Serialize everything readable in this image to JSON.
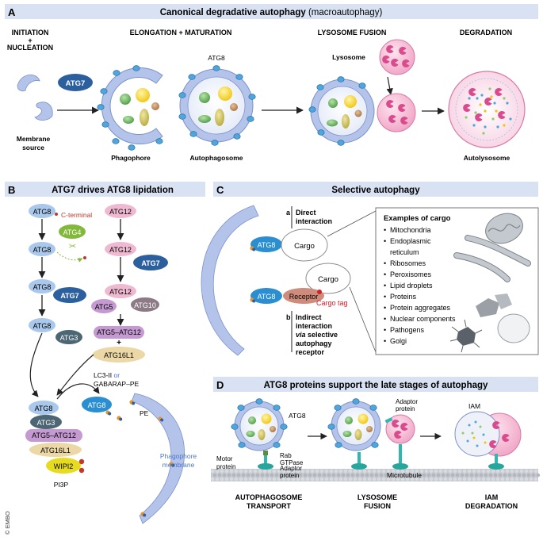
{
  "panels": {
    "a": {
      "letter": "A",
      "title": "Canonical degradative autophagy",
      "title_suffix": " (macroautophagy)",
      "stages": {
        "s1_line1": "INITIATION",
        "s1_line2": "+",
        "s1_line3": "NUCLEATION",
        "s2": "ELONGATION + MATURATION",
        "s3": "LYSOSOME FUSION",
        "s4": "DEGRADATION"
      },
      "labels": {
        "membrane_1": "Membrane",
        "membrane_2": "source",
        "atg7": "ATG7",
        "phagophore": "Phagophore",
        "atg8": "ATG8",
        "autophagosome": "Autophagosome",
        "lysosome": "Lysosome",
        "autolysosome": "Autolysosome"
      }
    },
    "b": {
      "letter": "B",
      "title": "ATG7 drives ATG8 lipidation",
      "labels": {
        "atg8": "ATG8",
        "c_terminal": "C-terminal",
        "atg4": "ATG4",
        "atg7": "ATG7",
        "atg3": "ATG3",
        "atg12": "ATG12",
        "atg5": "ATG5",
        "atg10": "ATG10",
        "atg5_atg12": "ATG5–ATG12",
        "plus": "+",
        "atg16l1": "ATG16L1",
        "lc3": "LC3-II",
        "or": " or",
        "gabarap": "GABARAP–PE",
        "pe": "PE",
        "wipi2": "WIPI2",
        "pi3p": "PI3P",
        "phagophore_1": "Phagophore",
        "phagophore_2": "membrane"
      }
    },
    "c": {
      "letter": "C",
      "title": "Selective autophagy",
      "labels": {
        "a_letter": "a",
        "direct_1": "Direct",
        "direct_2": "interaction",
        "b_letter": "b",
        "indirect_1": "Indirect",
        "indirect_2": "interaction",
        "indirect_3a": "via",
        "indirect_3b": " selective",
        "indirect_4": "autophagy",
        "indirect_5": "receptor",
        "atg8": "ATG8",
        "cargo": "Cargo",
        "receptor": "Receptor",
        "cargo_tag": "Cargo tag",
        "examples_title": "Examples of cargo"
      },
      "cargo_examples": [
        "Mitochondria",
        "Endoplasmic",
        "reticulum",
        "Ribosomes",
        "Peroxisomes",
        "Lipid droplets",
        "Proteins",
        "Protein aggregates",
        "Nuclear components",
        "Pathogens",
        "Golgi"
      ]
    },
    "d": {
      "letter": "D",
      "title": "ATG8 proteins support the late stages of autophagy",
      "labels": {
        "atg8": "ATG8",
        "rab_1": "Rab",
        "rab_2": "GTPase",
        "motor_1": "Motor",
        "motor_2": "protein",
        "adaptor_1": "Adaptor",
        "adaptor_2": "protein",
        "iam": "IAM",
        "microtubule": "Microtubule"
      },
      "stages": {
        "s1_line1": "AUTOPHAGOSOME",
        "s1_line2": "TRANSPORT",
        "s2_line1": "LYSOSOME",
        "s2_line2": "FUSION",
        "s3_line1": "IAM",
        "s3_line2": "DEGRADATION"
      }
    }
  },
  "credit": "© EMBO",
  "colors": {
    "header_bg": "#d9e2f3",
    "membrane": "#b3c3ea",
    "atg8": "#a9c8ec",
    "atg7": "#2b5f9e",
    "atg4": "#83b93b",
    "atg3": "#4c6673",
    "atg12": "#efb9d2",
    "atg5": "#c59ad3",
    "atg10": "#8c7a84",
    "atg16l1": "#ecd7a6",
    "wipi2": "#e7db1f",
    "lysosome": "#f6c7dc",
    "receptor": "#cf8c7d",
    "cargo_tag": "#d0202a",
    "atg8_active": "#2a8ed0"
  }
}
